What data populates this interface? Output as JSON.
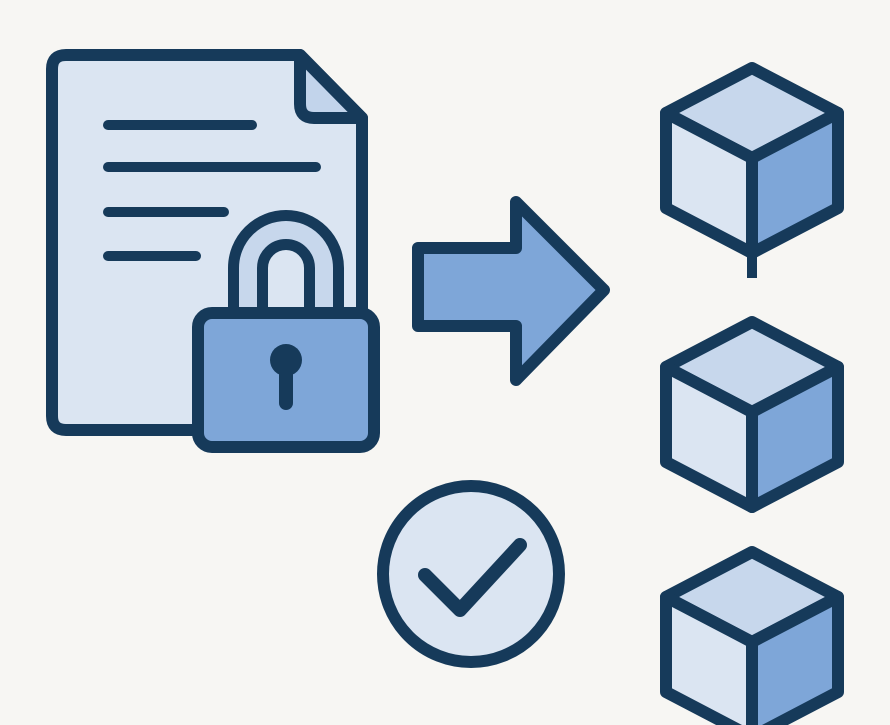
{
  "illustration": {
    "document": {
      "icon": "document-icon",
      "text_lines": 4
    },
    "lock": {
      "icon": "padlock-icon",
      "state": "locked"
    },
    "arrow": {
      "icon": "arrow-right-icon",
      "direction": "right"
    },
    "verification": {
      "icon": "checkmark-circle-icon",
      "state": "verified"
    },
    "blockchain": {
      "icon": "cube-icon",
      "block_count": 3
    }
  },
  "colors": {
    "background": "#f7f6f3",
    "stroke": "#163a5a",
    "light_fill": "#dbe5f2",
    "mid_fill": "#7ea6d8",
    "top_fill": "#c7d7ec"
  }
}
